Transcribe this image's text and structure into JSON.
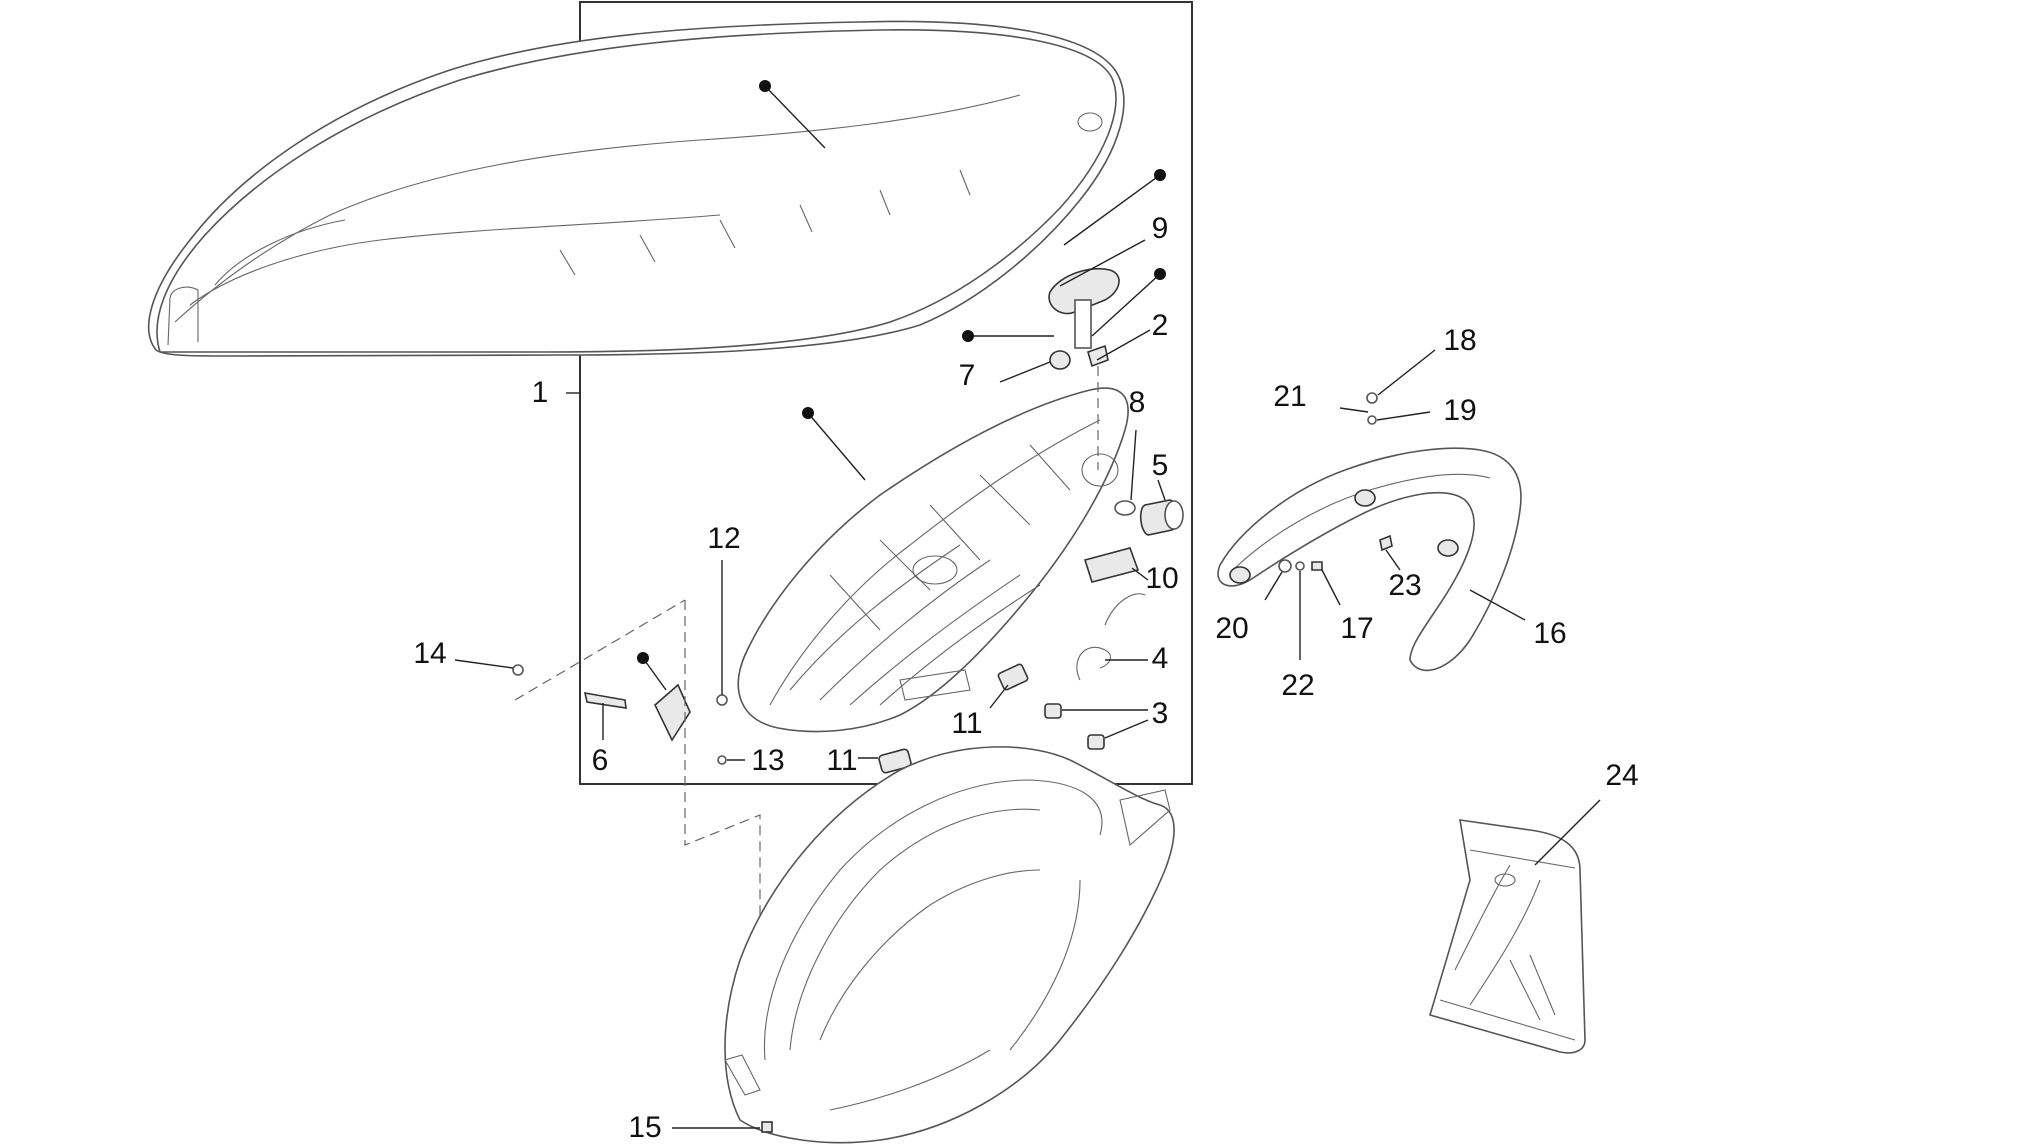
{
  "diagram": {
    "callouts": [
      "1",
      "2",
      "3",
      "4",
      "5",
      "6",
      "7",
      "8",
      "9",
      "10",
      "11",
      "11",
      "12",
      "13",
      "14",
      "15",
      "16",
      "17",
      "18",
      "19",
      "20",
      "21",
      "22",
      "23",
      "24"
    ]
  }
}
